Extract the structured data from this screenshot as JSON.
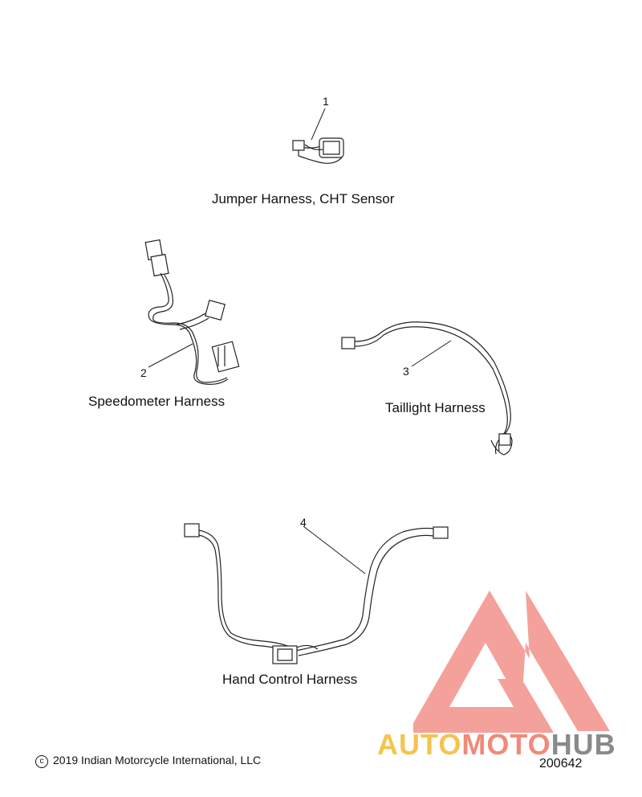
{
  "parts": [
    {
      "number": "1",
      "label": "Jumper Harness, CHT Sensor"
    },
    {
      "number": "2",
      "label": "Speedometer Harness"
    },
    {
      "number": "3",
      "label": "Taillight Harness"
    },
    {
      "number": "4",
      "label": "Hand Control Harness"
    }
  ],
  "footer": {
    "copyright": "2019 Indian Motorcycle International, LLC",
    "drawing_number": "200642"
  },
  "watermark": {
    "part1": "AUTO",
    "part2": "MOTO",
    "part3": "HUB",
    "colors": {
      "triangle": "#f2908a",
      "auto": "#f5c44e",
      "moto": "#f08a7a",
      "hub": "#8a8a8a"
    }
  }
}
